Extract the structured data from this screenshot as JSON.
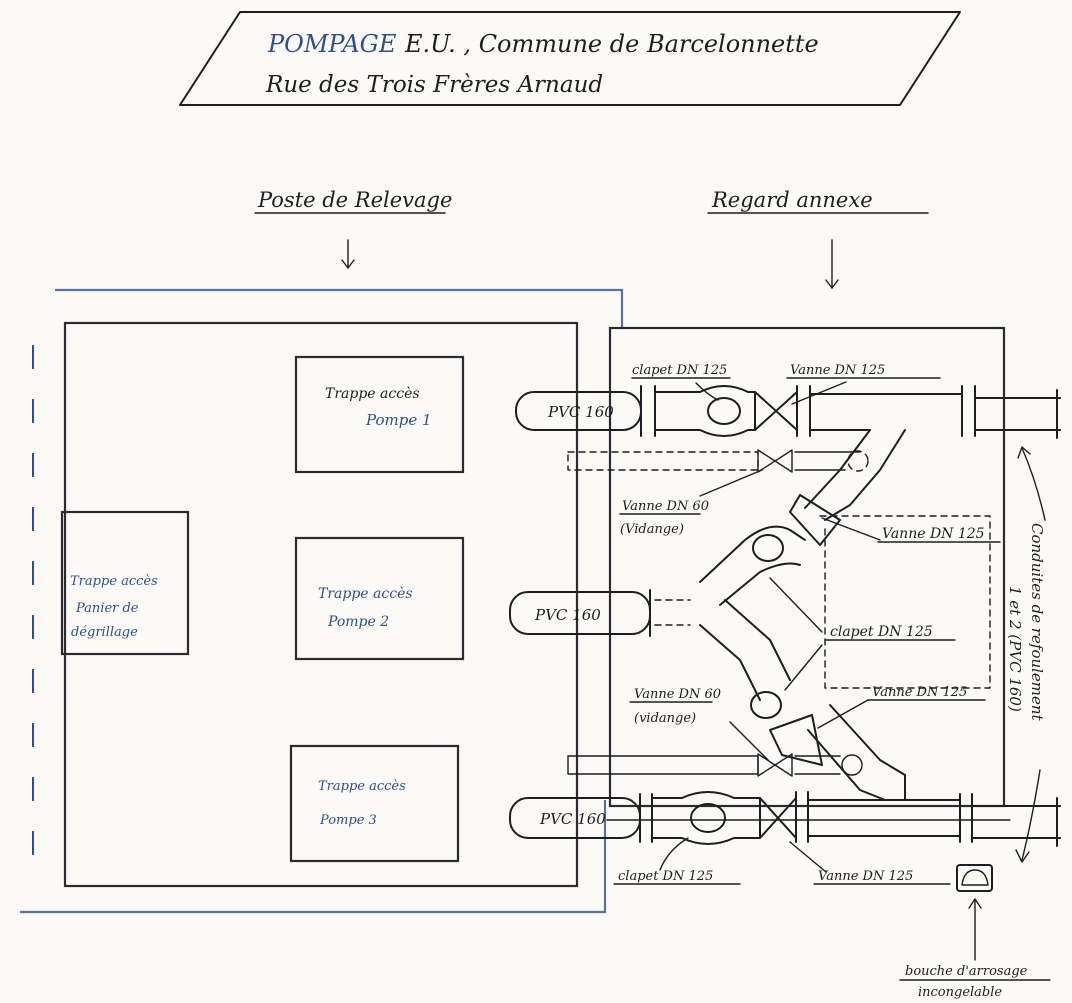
{
  "title": {
    "line1_a": "POMPAGE",
    "line1_b": "E.U. , Commune de Barcelonnette",
    "line2": "Rue des Trois Frères Arnaud"
  },
  "sections": {
    "poste": "Poste de Relevage",
    "regard": "Regard annexe"
  },
  "hatches": {
    "pompe1_a": "Trappe accès",
    "pompe1_b": "Pompe 1",
    "pompe2_a": "Trappe accès",
    "pompe2_b": "Pompe 2",
    "pompe3_a": "Trappe accès",
    "pompe3_b": "Pompe 3",
    "panier_a": "Trappe accès",
    "panier_b": "Panier de",
    "panier_c": "dégrillage"
  },
  "pipes": {
    "pvc1": "PVC 160",
    "pvc2": "PVC 160",
    "pvc3": "PVC 160"
  },
  "labels": {
    "clapet_top": "clapet DN 125",
    "vanne_top": "Vanne DN 125",
    "vanne60_top_a": "Vanne DN 60",
    "vanne60_top_b": "(Vidange)",
    "vanne_mid1": "Vanne DN 125",
    "clapet_mid": "clapet DN 125",
    "vanne_mid2": "Vanne DN 125",
    "vanne60_bot_a": "Vanne DN 60",
    "vanne60_bot_b": "(vidange)",
    "clapet_bot": "clapet DN 125",
    "vanne_bot": "Vanne DN 125",
    "conduites_a": "Conduites de refoulement",
    "conduites_b": "1 et 2 (PVC 160)",
    "bouche_a": "bouche d'arrosage",
    "bouche_b": "incongelable"
  }
}
